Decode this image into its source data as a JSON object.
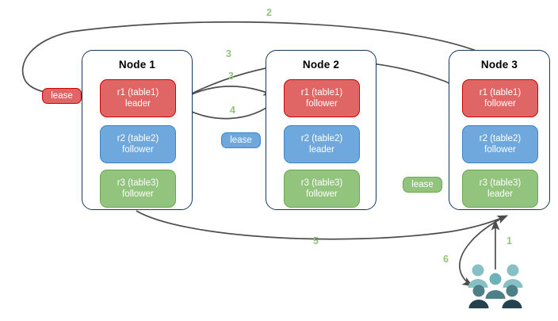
{
  "diagram": {
    "title": "Distributed database leaseholder / replica request flow",
    "colors": {
      "red_fill": "#e06666",
      "red_stroke": "#cc0000",
      "blue_fill": "#6fa8dc",
      "blue_stroke": "#3d85c6",
      "green_fill": "#93c47d",
      "green_stroke": "#6aa84f",
      "node_border": "#17375e",
      "arrow": "#4d4d4d",
      "step_label": "#93c47d",
      "people_back": "#87c0c4",
      "people_mid": "#4d7f86",
      "people_front": "#23424f"
    },
    "nodes": [
      {
        "name": "node-1",
        "title": "Node 1",
        "replicas": [
          {
            "name": "replica-r1",
            "line1": "r1 (table1)",
            "line2": "leader",
            "color": "red"
          },
          {
            "name": "replica-r2",
            "line1": "r2 (table2)",
            "line2": "follower",
            "color": "blue"
          },
          {
            "name": "replica-r3",
            "line1": "r3 (table3)",
            "line2": "follower",
            "color": "green"
          }
        ]
      },
      {
        "name": "node-2",
        "title": "Node 2",
        "replicas": [
          {
            "name": "replica-r1",
            "line1": "r1 (table1)",
            "line2": "follower",
            "color": "red"
          },
          {
            "name": "replica-r2",
            "line1": "r2 (table2)",
            "line2": "leader",
            "color": "blue"
          },
          {
            "name": "replica-r3",
            "line1": "r3 (table3)",
            "line2": "follower",
            "color": "green"
          }
        ]
      },
      {
        "name": "node-3",
        "title": "Node 3",
        "replicas": [
          {
            "name": "replica-r1",
            "line1": "r1 (table1)",
            "line2": "follower",
            "color": "red"
          },
          {
            "name": "replica-r2",
            "line1": "r2 (table2)",
            "line2": "follower",
            "color": "blue"
          },
          {
            "name": "replica-r3",
            "line1": "r3 (table3)",
            "line2": "leader",
            "color": "green"
          }
        ]
      }
    ],
    "leases": [
      {
        "name": "lease-table1",
        "label": "lease",
        "color": "red"
      },
      {
        "name": "lease-table2",
        "label": "lease",
        "color": "blue"
      },
      {
        "name": "lease-table3",
        "label": "lease",
        "color": "green"
      }
    ],
    "steps": [
      {
        "name": "step-1",
        "label": "1"
      },
      {
        "name": "step-2",
        "label": "2"
      },
      {
        "name": "step-3a",
        "label": "3"
      },
      {
        "name": "step-3b",
        "label": "3"
      },
      {
        "name": "step-4",
        "label": "4"
      },
      {
        "name": "step-5",
        "label": "5"
      },
      {
        "name": "step-6",
        "label": "6"
      }
    ],
    "actor": {
      "name": "client-users",
      "icon": "people-group-icon"
    }
  }
}
